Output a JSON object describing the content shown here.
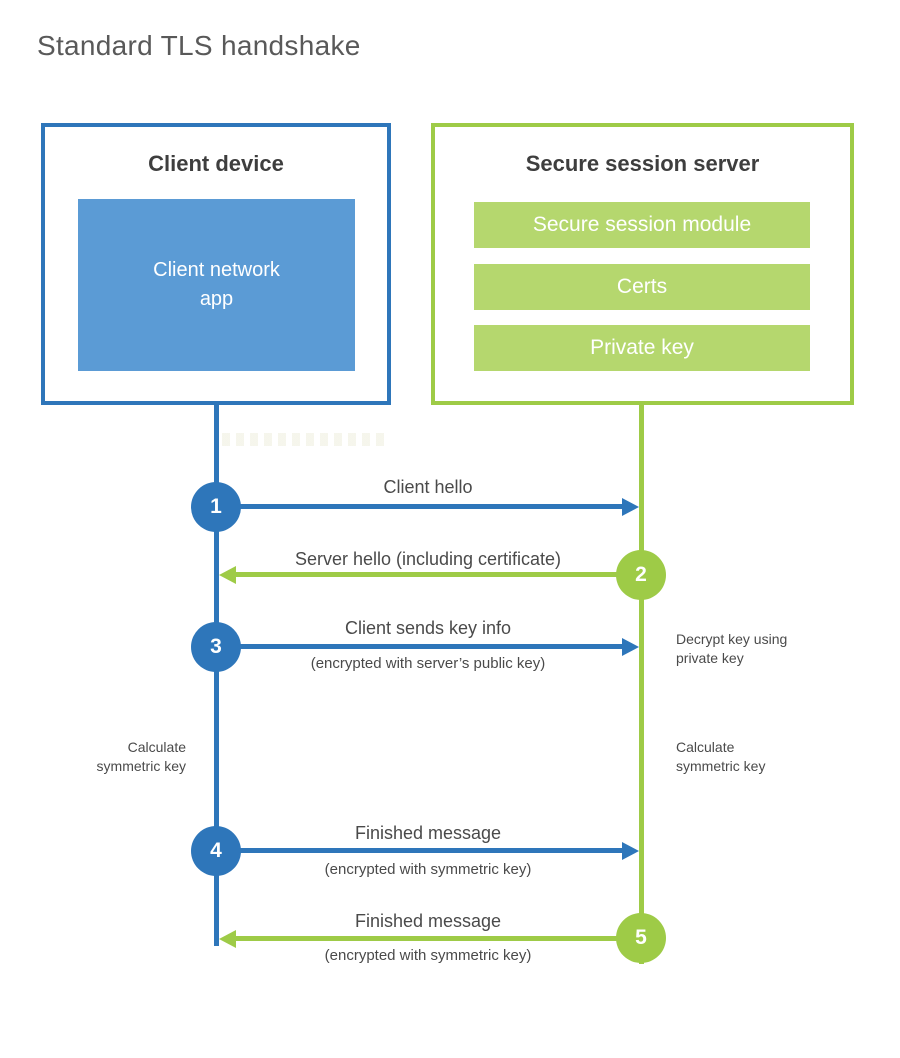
{
  "title": "Standard TLS handshake",
  "colors": {
    "blue_strong": "#2e76ba",
    "blue_light": "#5b9bd5",
    "green_strong": "#9ecb47",
    "green_light": "#b5d76e",
    "heading_text": "#3e3e3e",
    "label_text": "#4a4a4a",
    "title_text": "#595959"
  },
  "client": {
    "heading": "Client device",
    "app": {
      "line1": "Client network",
      "line2": "app"
    }
  },
  "server": {
    "heading": "Secure session server",
    "modules": [
      "Secure session module",
      "Certs",
      "Private key"
    ]
  },
  "steps": [
    {
      "number": "1",
      "direction": "right",
      "color": "blue",
      "label": "Client hello",
      "sublabel": ""
    },
    {
      "number": "2",
      "direction": "left",
      "color": "green",
      "label": "Server hello (including certificate)",
      "sublabel": ""
    },
    {
      "number": "3",
      "direction": "right",
      "color": "blue",
      "label": "Client sends key info",
      "sublabel": "(encrypted with server’s public key)"
    },
    {
      "number": "4",
      "direction": "right",
      "color": "blue",
      "label": "Finished message",
      "sublabel": "(encrypted with symmetric key)"
    },
    {
      "number": "5",
      "direction": "left",
      "color": "green",
      "label": "Finished message",
      "sublabel": "(encrypted with symmetric key)"
    }
  ],
  "side_notes": {
    "decrypt": {
      "line1": "Decrypt key using",
      "line2": "private key"
    },
    "calc_left": {
      "line1": "Calculate",
      "line2": "symmetric key"
    },
    "calc_right": {
      "line1": "Calculate",
      "line2": "symmetric key"
    }
  }
}
